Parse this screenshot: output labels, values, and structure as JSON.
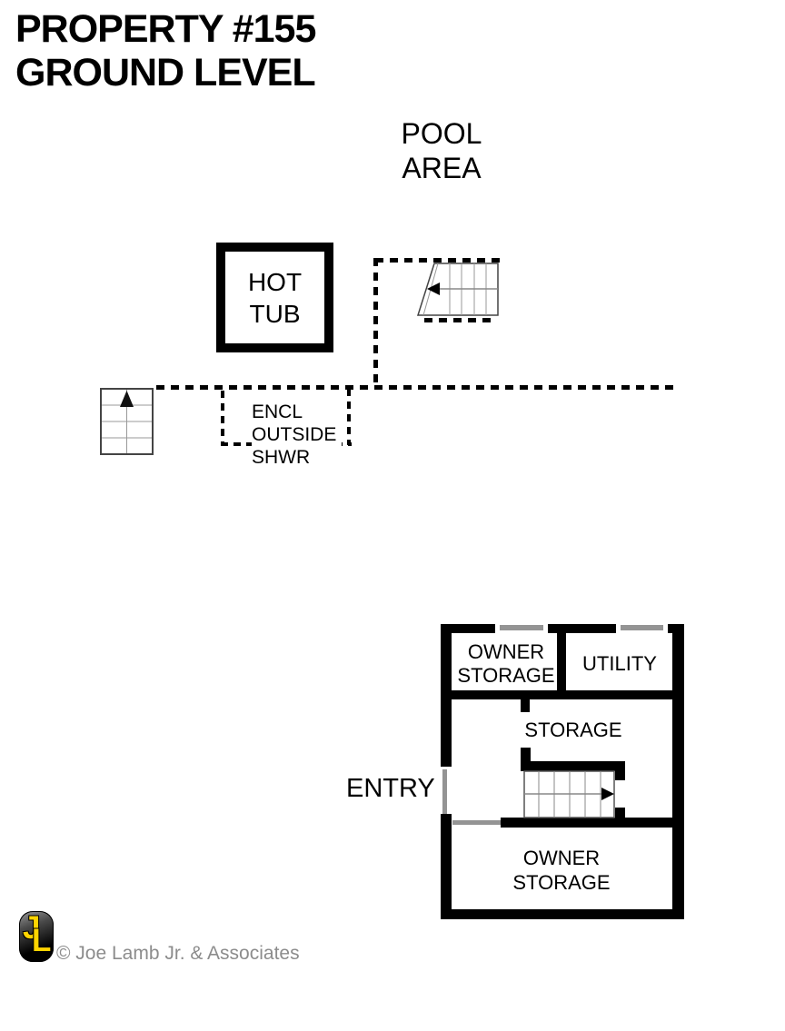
{
  "title": {
    "line1": "PROPERTY #155",
    "line2": "GROUND LEVEL"
  },
  "pool_area": {
    "label": {
      "line1": "POOL",
      "line2": "AREA"
    },
    "hot_tub": {
      "line1": "HOT",
      "line2": "TUB"
    },
    "outside_shower": {
      "line1": "ENCL",
      "line2": "OUTSIDE",
      "line3": "SHWR"
    },
    "icons": {
      "pool_stairs": "stairs-arrow-left-icon",
      "deck_stairs": "stairs-arrow-up-icon"
    }
  },
  "building": {
    "entry_label": "ENTRY",
    "rooms": [
      {
        "id": "owner-storage-top",
        "line1": "OWNER",
        "line2": "STORAGE"
      },
      {
        "id": "utility",
        "line1": "UTILITY"
      },
      {
        "id": "storage",
        "line1": "STORAGE"
      },
      {
        "id": "owner-storage-bottom",
        "line1": "OWNER",
        "line2": "STORAGE"
      }
    ],
    "icons": {
      "interior_stairs": "stairs-arrow-right-icon"
    }
  },
  "footer": {
    "logo": {
      "letter_j": "J",
      "letter_l": "L"
    },
    "copyright": "© Joe Lamb Jr. & Associates"
  },
  "colors": {
    "ink": "#000000",
    "stair_line": "#8a8a8a",
    "opening_gray": "#949494",
    "logo_yellow": "#ffd400",
    "muted_text": "#8c8c8c"
  }
}
